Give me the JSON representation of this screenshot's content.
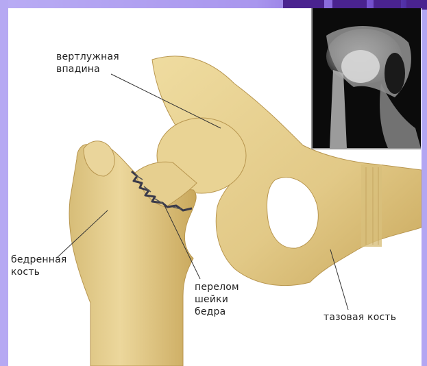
{
  "labels": {
    "acetabulum": "вертлужная впадина",
    "acetabulum_line1": "вертлужная",
    "acetabulum_line2": "впадина",
    "femur_line1": "бедренная",
    "femur_line2": "кость",
    "fracture_line1": "перелом",
    "fracture_line2": "шейки",
    "fracture_line3": "бедра",
    "pelvis": "тазовая кость"
  },
  "colors": {
    "bone": "#e4cf8e",
    "bone_shadow": "#c9a85c",
    "frame": "#b3a6f2",
    "frame_dark": "#3a1a8c",
    "xray_bg": "#0b0b0b"
  },
  "icons": [
    "xray-image",
    "fracture-mark"
  ]
}
